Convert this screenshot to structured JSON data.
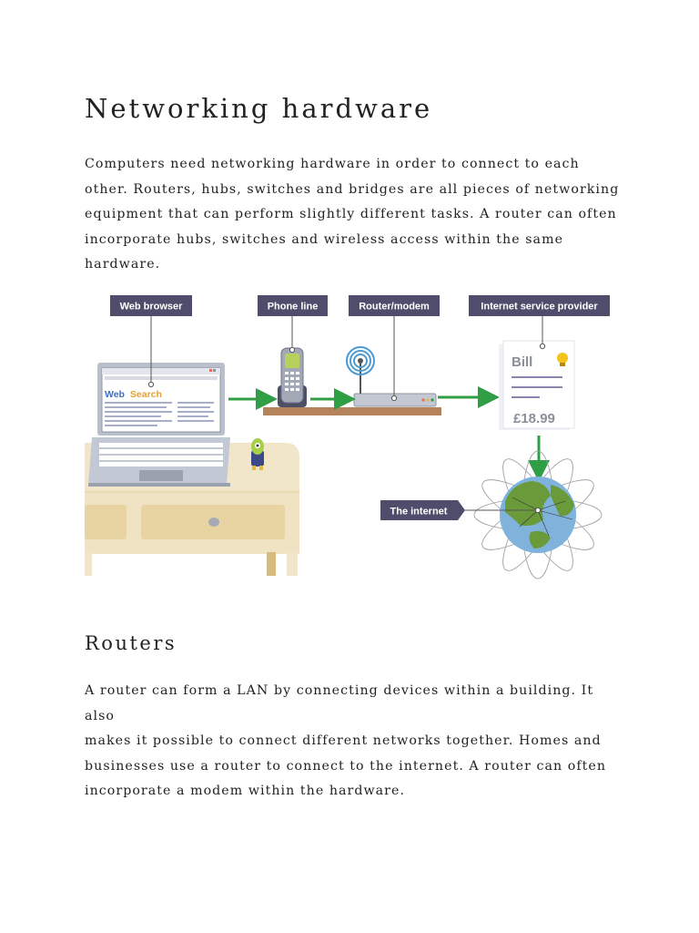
{
  "page": {
    "title": "Networking hardware",
    "intro_lines": [
      "Computers need networking hardware in order to connect to each",
      "other. Routers, hubs, switches and bridges are all pieces of networking",
      "equipment that can perform slightly different tasks. A router can often",
      "incorporate hubs, switches and wireless access within the same",
      "hardware."
    ]
  },
  "diagram": {
    "labels": {
      "web_browser": "Web browser",
      "phone_line": "Phone line",
      "router_modem": "Router/modem",
      "isp": "Internet service provider",
      "internet": "The internet"
    },
    "bill": {
      "title": "Bill",
      "amount": "£18.99"
    },
    "screen": {
      "search_word_1": "Web",
      "search_word_2": "Search"
    },
    "colors": {
      "label_bg": "#4f4d6b",
      "arrow": "#2f9e44",
      "shelf": "#b5835a",
      "desk": "#f1e6c9"
    }
  },
  "routers": {
    "heading": "Routers",
    "lines": [
      "A router can form a LAN by connecting devices within a building. It also",
      "makes it possible to connect different networks together. Homes and",
      "businesses use a router to connect to the internet. A router can often",
      "incorporate a modem within the hardware."
    ]
  }
}
